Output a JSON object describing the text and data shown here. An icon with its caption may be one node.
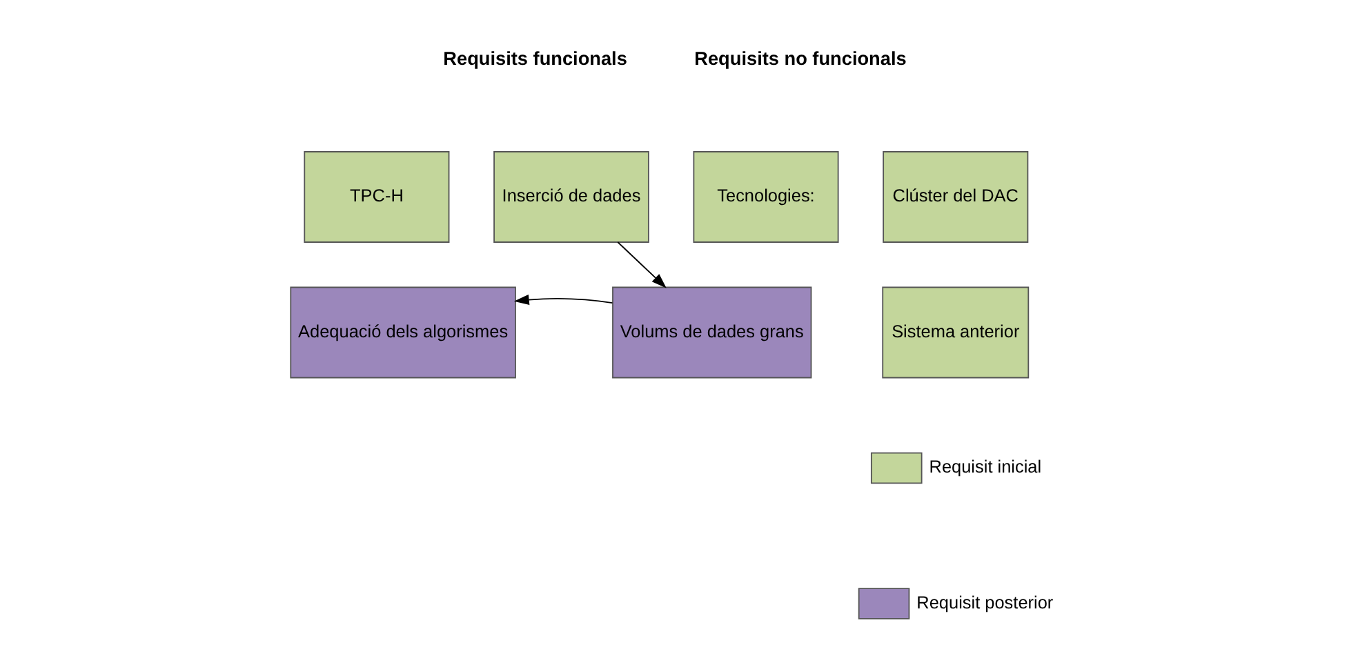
{
  "diagram": {
    "nodes": [
      {
        "text": [
          "TPC-H"
        ]
      },
      {
        "text": [
          "Inserció de dades"
        ]
      },
      {
        "text": [
          "Adequació dels algorismes"
        ]
      },
      {
        "text": [
          "Tecnologies:"
        ]
      },
      {
        "text": [
          "Clúster del DAC"
        ]
      },
      {
        "text": [
          "Volums de dades grans"
        ]
      },
      {
        "text": [
          "Sistema anterior"
        ]
      }
    ],
    "edges": [
      {
        "from": 1,
        "to": 5,
        "arrow": "to"
      },
      {
        "from": 5,
        "to": 2,
        "arrow": "to"
      }
    ],
    "labels": [
      "Requisits funcionals",
      "Requisits no funcionals"
    ],
    "legend": [
      {
        "text": "Requisit inicial",
        "color": "#c3d69b"
      },
      {
        "text": "Requisit posterior",
        "color": "#9b87bb"
      }
    ]
  }
}
